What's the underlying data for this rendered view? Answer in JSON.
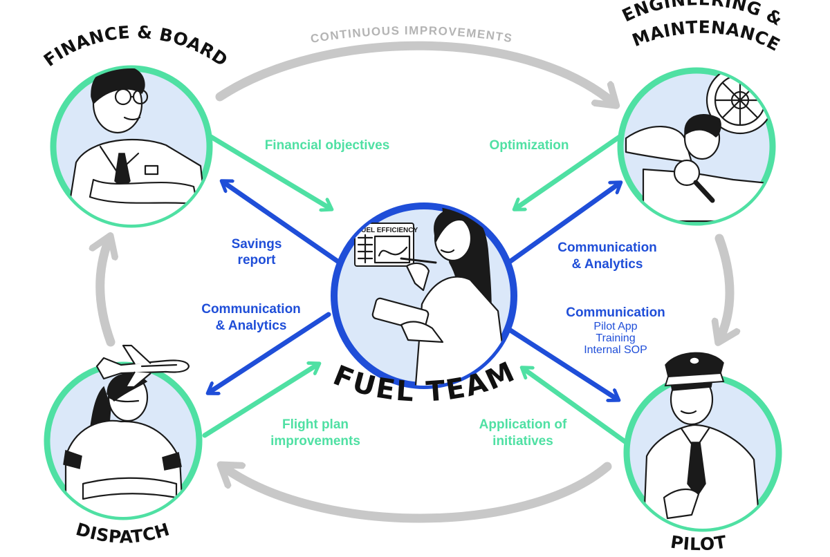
{
  "colors": {
    "green": "#4fe0a3",
    "blue": "#1f4ed8",
    "grey": "#c8c8c8",
    "circle_fill": "#dbe8f9",
    "ink": "#1a1a1a"
  },
  "cycle": {
    "title": "CONTINUOUS IMPROVEMENTS"
  },
  "center": {
    "title": "FUEL TEAM",
    "board_title": "FUEL EFFICIENCY"
  },
  "nodes": {
    "finance": {
      "title": "FINANCE & BOARD"
    },
    "engineering": {
      "title_line1": "ENGINEERING &",
      "title_line2": "MAINTENANCE"
    },
    "dispatch": {
      "title": "DISPATCH"
    },
    "pilot": {
      "title": "PILOT"
    }
  },
  "edges": {
    "financial_objectives": "Financial objectives",
    "optimization": "Optimization",
    "savings_report": {
      "line1": "Savings",
      "line2": "report"
    },
    "comm_engineering": {
      "line1": "Communication",
      "line2": "& Analytics"
    },
    "comm_dispatch": {
      "line1": "Communication",
      "line2": "& Analytics"
    },
    "comm_pilot": {
      "title": "Communication",
      "items": [
        "Pilot App",
        "Training",
        "Internal SOP"
      ]
    },
    "flight_plan": {
      "line1": "Flight plan",
      "line2": "improvements"
    },
    "application": {
      "line1": "Application of",
      "line2": "initiatives"
    }
  }
}
